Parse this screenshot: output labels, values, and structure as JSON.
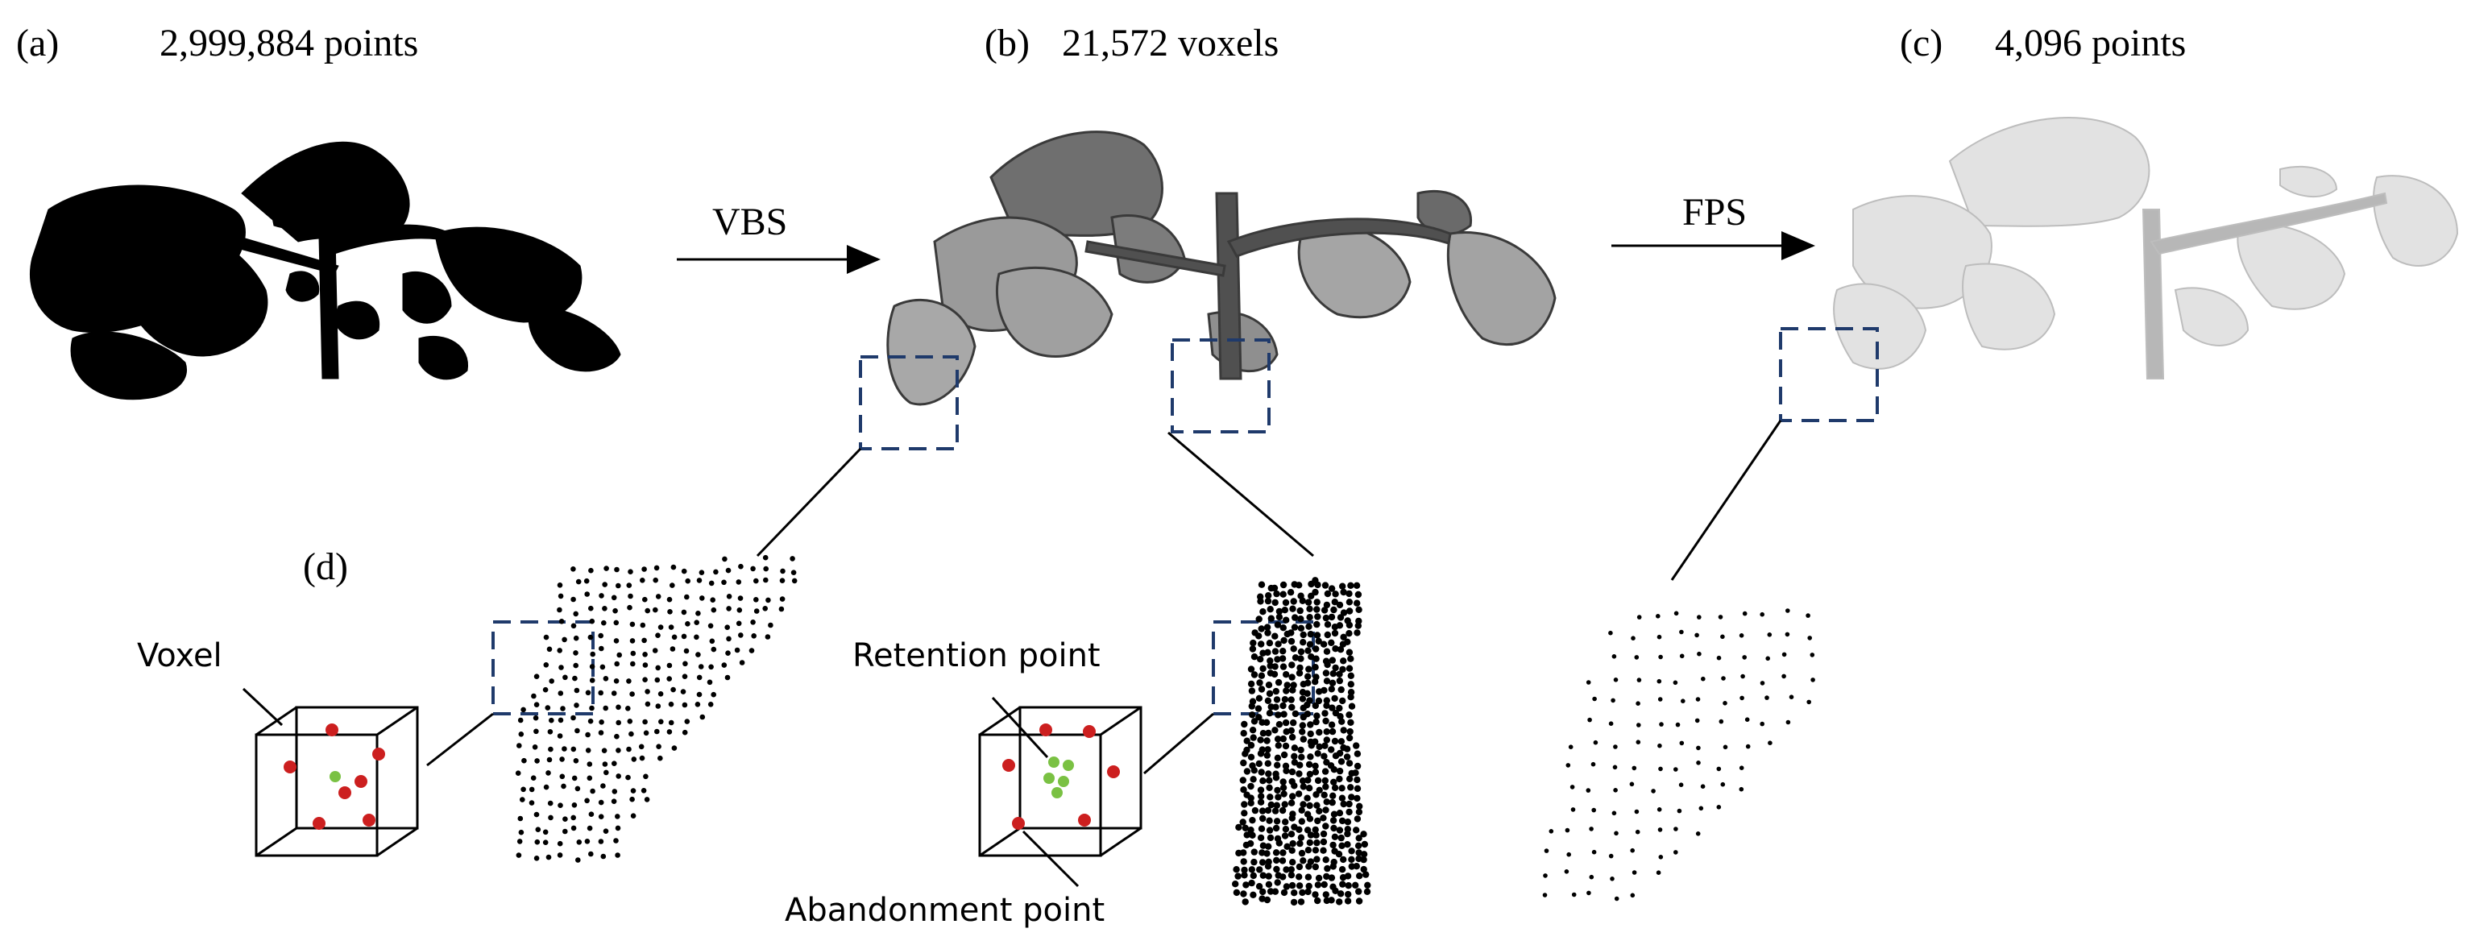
{
  "panels": {
    "a": {
      "tag": "(a)",
      "caption": "2,999,884 points"
    },
    "b": {
      "tag": "(b)",
      "caption": "21,572 voxels"
    },
    "c": {
      "tag": "(c)",
      "caption": "4,096 points"
    },
    "d": {
      "tag": "(d)"
    }
  },
  "arrows": {
    "vbs": "VBS",
    "fps": "FPS"
  },
  "legend": {
    "voxel": "Voxel",
    "retention_point": "Retention point",
    "abandonment_point": "Abandonment point"
  },
  "colors": {
    "dashed_box": "#1f3a6b",
    "retention_point": "#7ac143",
    "abandonment_point": "#cc1f1f",
    "plant_dense": "#000000"
  }
}
